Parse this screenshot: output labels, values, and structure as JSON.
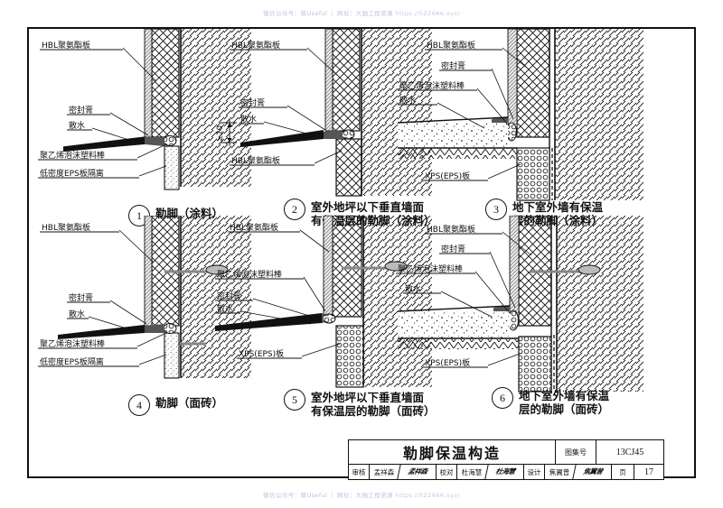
{
  "watermark": {
    "prefix": "微信公众号：",
    "account": "筑Useful",
    "site_label": "网址：",
    "site_name": "大驰工程资源",
    "url": "https://5Z2666.xyz/",
    "separator": "|"
  },
  "title_block": {
    "drawing_title": "勒脚保温构造",
    "atlas_no_label": "图集号",
    "atlas_no_value": "13CJ45",
    "page_label": "页",
    "page_value": "17",
    "review_label": "审核",
    "review_name": "孟祥森",
    "review_sign": "孟祥森",
    "check_label": "校对",
    "check_name": "杜海慧",
    "check_sign": "杜海慧",
    "design_label": "设计",
    "design_name": "焦翼曾",
    "design_sign": "焦翼曾"
  },
  "details": [
    {
      "number": "1",
      "caption": "勒脚（涂料）",
      "labels": [
        "HBL聚氨酯板",
        "密封膏",
        "散水",
        "聚乙烯泡沫塑料棒",
        "低密度EPS板隔离"
      ]
    },
    {
      "number": "2",
      "caption": "室外地坪以下垂直墙面\n有保温层的勒脚（涂料）",
      "dimension": "≥20",
      "labels": [
        "HBL聚氨酯板",
        "密封膏",
        "散水",
        "HBL聚氨酯板"
      ]
    },
    {
      "number": "3",
      "caption": "地下室外墙有保温\n层的勒脚（涂料）",
      "labels": [
        "HBL聚氨酯板",
        "密封膏",
        "聚乙烯泡沫塑料棒",
        "散水",
        "XPS(EPS)板"
      ]
    },
    {
      "number": "4",
      "caption": "勒脚（面砖）",
      "labels": [
        "HBL聚氨酯板",
        "密封膏",
        "散水",
        "聚乙烯泡沫塑料棒",
        "低密度EPS板隔离"
      ]
    },
    {
      "number": "5",
      "caption": "室外地坪以下垂直墙面\n有保温层的勒脚（面砖）",
      "labels": [
        "HBL聚氨酯板",
        "聚乙烯泡沫塑料棒",
        "密封膏",
        "散水",
        "XPS(EPS)板"
      ]
    },
    {
      "number": "6",
      "caption": "地下室外墙有保温\n层的勒脚（面砖）",
      "labels": [
        "HBL聚氨酯板",
        "密封膏",
        "聚乙烯泡沫塑料棒",
        "散水",
        "XPS(EPS)板"
      ]
    }
  ],
  "colors": {
    "ink": "#111111",
    "paper": "#ffffff",
    "watermark": "#b9c3dd"
  }
}
